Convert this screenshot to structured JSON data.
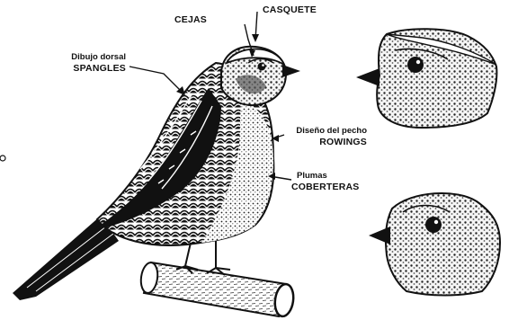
{
  "labels": {
    "cejas": "CEJAS",
    "casquete": "CASQUETE",
    "dorsal_sub": "Dibujo dorsal",
    "dorsal_main": "SPANGLES",
    "pecho_sub": "Diseño del pecho",
    "pecho_main": "ROWINGS",
    "plumas_sub": "Plumas",
    "plumas_main": "COBERTERAS"
  },
  "colors": {
    "ink": "#111111",
    "paper": "#ffffff"
  }
}
